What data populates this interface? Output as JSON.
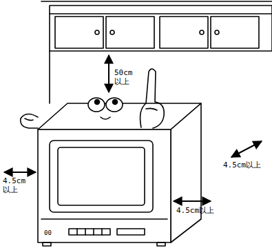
{
  "diagram": {
    "labels": [
      "50cm 以上",
      "4.5cm以上",
      "4.5cm 以上",
      "4.5cm以上",
      "00"
    ]
  }
}
